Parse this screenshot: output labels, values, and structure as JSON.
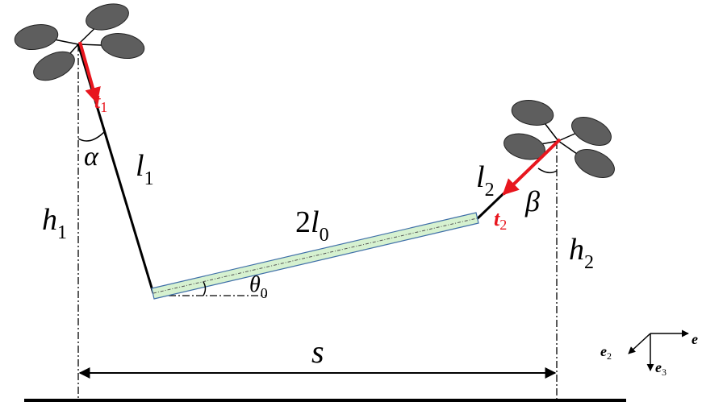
{
  "labels": {
    "h1": {
      "main": "h",
      "sub": "1"
    },
    "h2": {
      "main": "h",
      "sub": "2"
    },
    "l1": {
      "main": "l",
      "sub": "1"
    },
    "l2": {
      "main": "l",
      "sub": "2"
    },
    "two_l0": {
      "prefix": "2",
      "main": "l",
      "sub": "0"
    },
    "alpha": "α",
    "beta": "β",
    "theta0": {
      "main": "θ",
      "sub": "0"
    },
    "t1": {
      "main": "t",
      "sub": "1"
    },
    "t2": {
      "main": "t",
      "sub": "2"
    },
    "s": "s",
    "e1": {
      "main": "e",
      "sub": ""
    },
    "e2": {
      "main": "e",
      "sub": "2"
    },
    "e3": {
      "main": "e",
      "sub": "3"
    }
  },
  "colors": {
    "cable": "#000000",
    "tension_arrow": "#e8161e",
    "rod_fill": "#d6f1d0",
    "rod_stroke": "#3f6fa8",
    "rotor": "#5e5e5e",
    "guide": "#000000"
  },
  "icons": {
    "drone_left": "quadrotor-icon",
    "drone_right": "quadrotor-icon"
  }
}
